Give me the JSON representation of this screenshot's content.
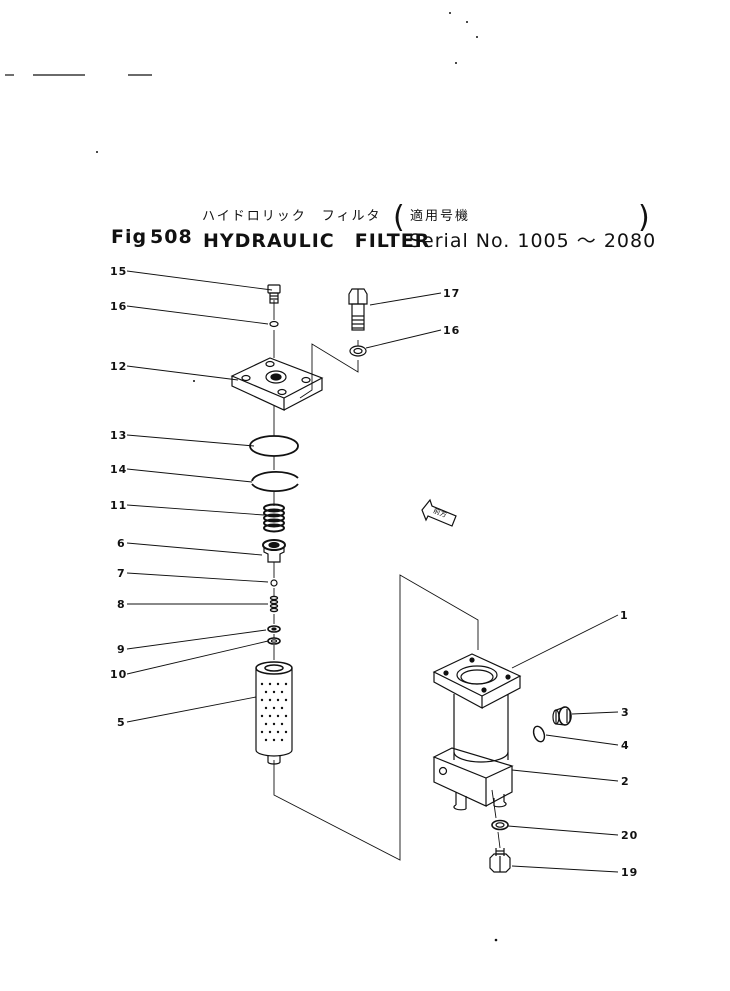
{
  "heading": {
    "japanese_title": "ハイドロリック　フィルタ",
    "japanese_serial_label": "適用号機",
    "fig_label": "Fig",
    "fig_number": "508",
    "title": "HYDRAULIC　FILTER",
    "serial_text": "Serial No. 1005 ～ 2080",
    "open_paren": "(",
    "close_paren": ")"
  },
  "parts": {
    "p1": "1",
    "p2": "2",
    "p3": "3",
    "p4": "4",
    "p5": "5",
    "p6": "6",
    "p7": "7",
    "p8": "8",
    "p9": "9",
    "p10": "10",
    "p11": "11",
    "p12": "12",
    "p13": "13",
    "p14": "14",
    "p15": "15",
    "p16a": "16",
    "p16b": "16",
    "p17": "17",
    "p19": "19",
    "p20": "20"
  },
  "direction_tag": "前方"
}
